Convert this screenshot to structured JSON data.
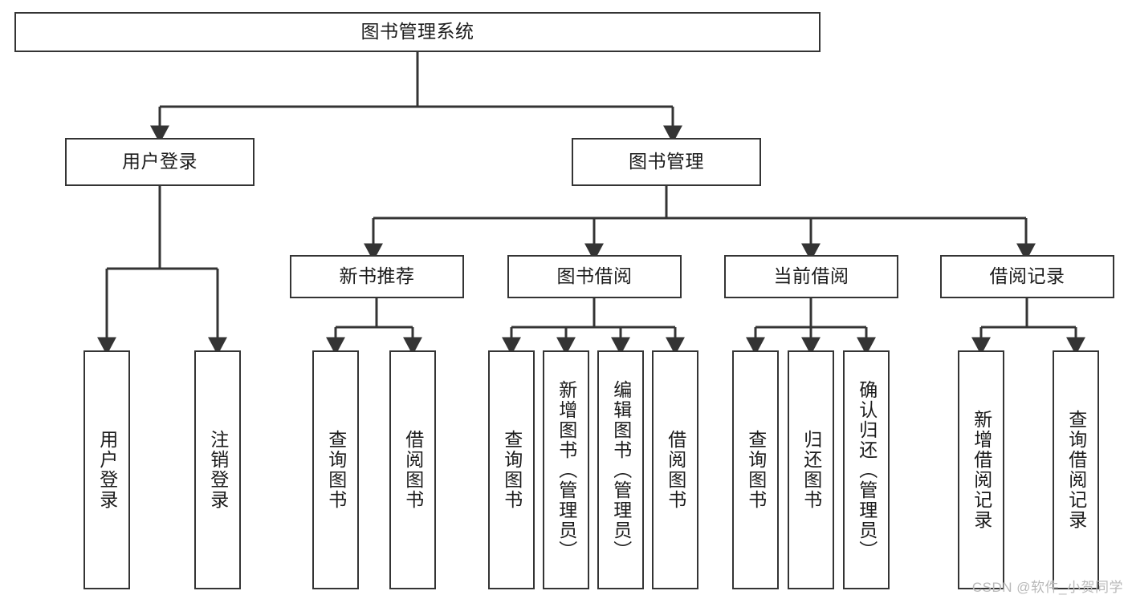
{
  "diagram": {
    "type": "tree-hierarchy",
    "title": "图书管理系统",
    "root": {
      "label": "图书管理系统"
    },
    "level1": [
      {
        "label": "用户登录"
      },
      {
        "label": "图书管理"
      }
    ],
    "level2": [
      {
        "label": "新书推荐"
      },
      {
        "label": "图书借阅"
      },
      {
        "label": "当前借阅"
      },
      {
        "label": "借阅记录"
      }
    ],
    "leaves": {
      "user_login": [
        {
          "label": "用户登录"
        },
        {
          "label": "注销登录"
        }
      ],
      "new_book_recommend": [
        {
          "label": "查询图书"
        },
        {
          "label": "借阅图书"
        }
      ],
      "book_borrow": [
        {
          "label": "查询图书"
        },
        {
          "label": "新增图书（管理员）"
        },
        {
          "label": "编辑图书（管理员）"
        },
        {
          "label": "借阅图书"
        }
      ],
      "current_borrow": [
        {
          "label": "查询图书"
        },
        {
          "label": "归还图书"
        },
        {
          "label": "确认归还（管理员）"
        }
      ],
      "borrow_record": [
        {
          "label": "新增借阅记录"
        },
        {
          "label": "查询借阅记录"
        }
      ]
    }
  },
  "watermark": {
    "text": "CSDN @软件_小贺同学"
  },
  "colors": {
    "stroke": "#343434",
    "text": "#1b1b1b",
    "background": "#ffffff",
    "watermark": "#b9b9b9"
  }
}
